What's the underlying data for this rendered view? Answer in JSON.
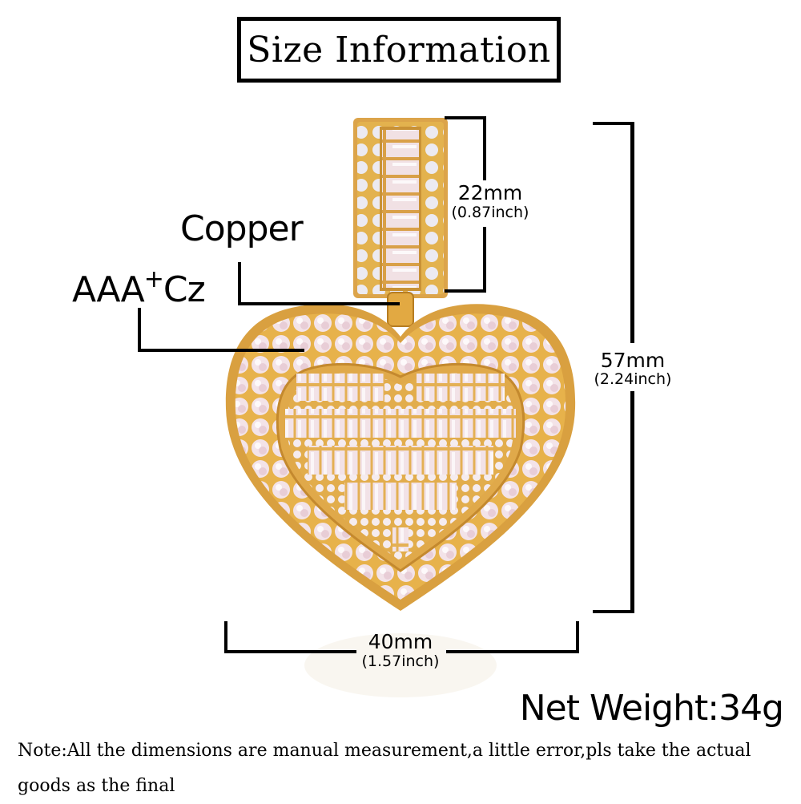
{
  "title": "Size Information",
  "labels": {
    "copper": "Copper",
    "cz_prefix": "AAA",
    "cz_sup": "+",
    "cz_suffix": "Cz"
  },
  "dimensions": {
    "bail_height": {
      "mm": "22mm",
      "inch": "(0.87inch)"
    },
    "total_height": {
      "mm": "57mm",
      "inch": "(2.24inch)"
    },
    "width": {
      "mm": "40mm",
      "inch": "(1.57inch)"
    }
  },
  "net_weight": "Net Weight:34g",
  "note": "Note:All the dimensions are manual measurement,a little error,pls take the actual goods as the final",
  "colors": {
    "gold": "#e8b34a",
    "gold_dark": "#c98f22",
    "stone": "#f4e6ea",
    "stone_pink": "#e9c9d3"
  }
}
